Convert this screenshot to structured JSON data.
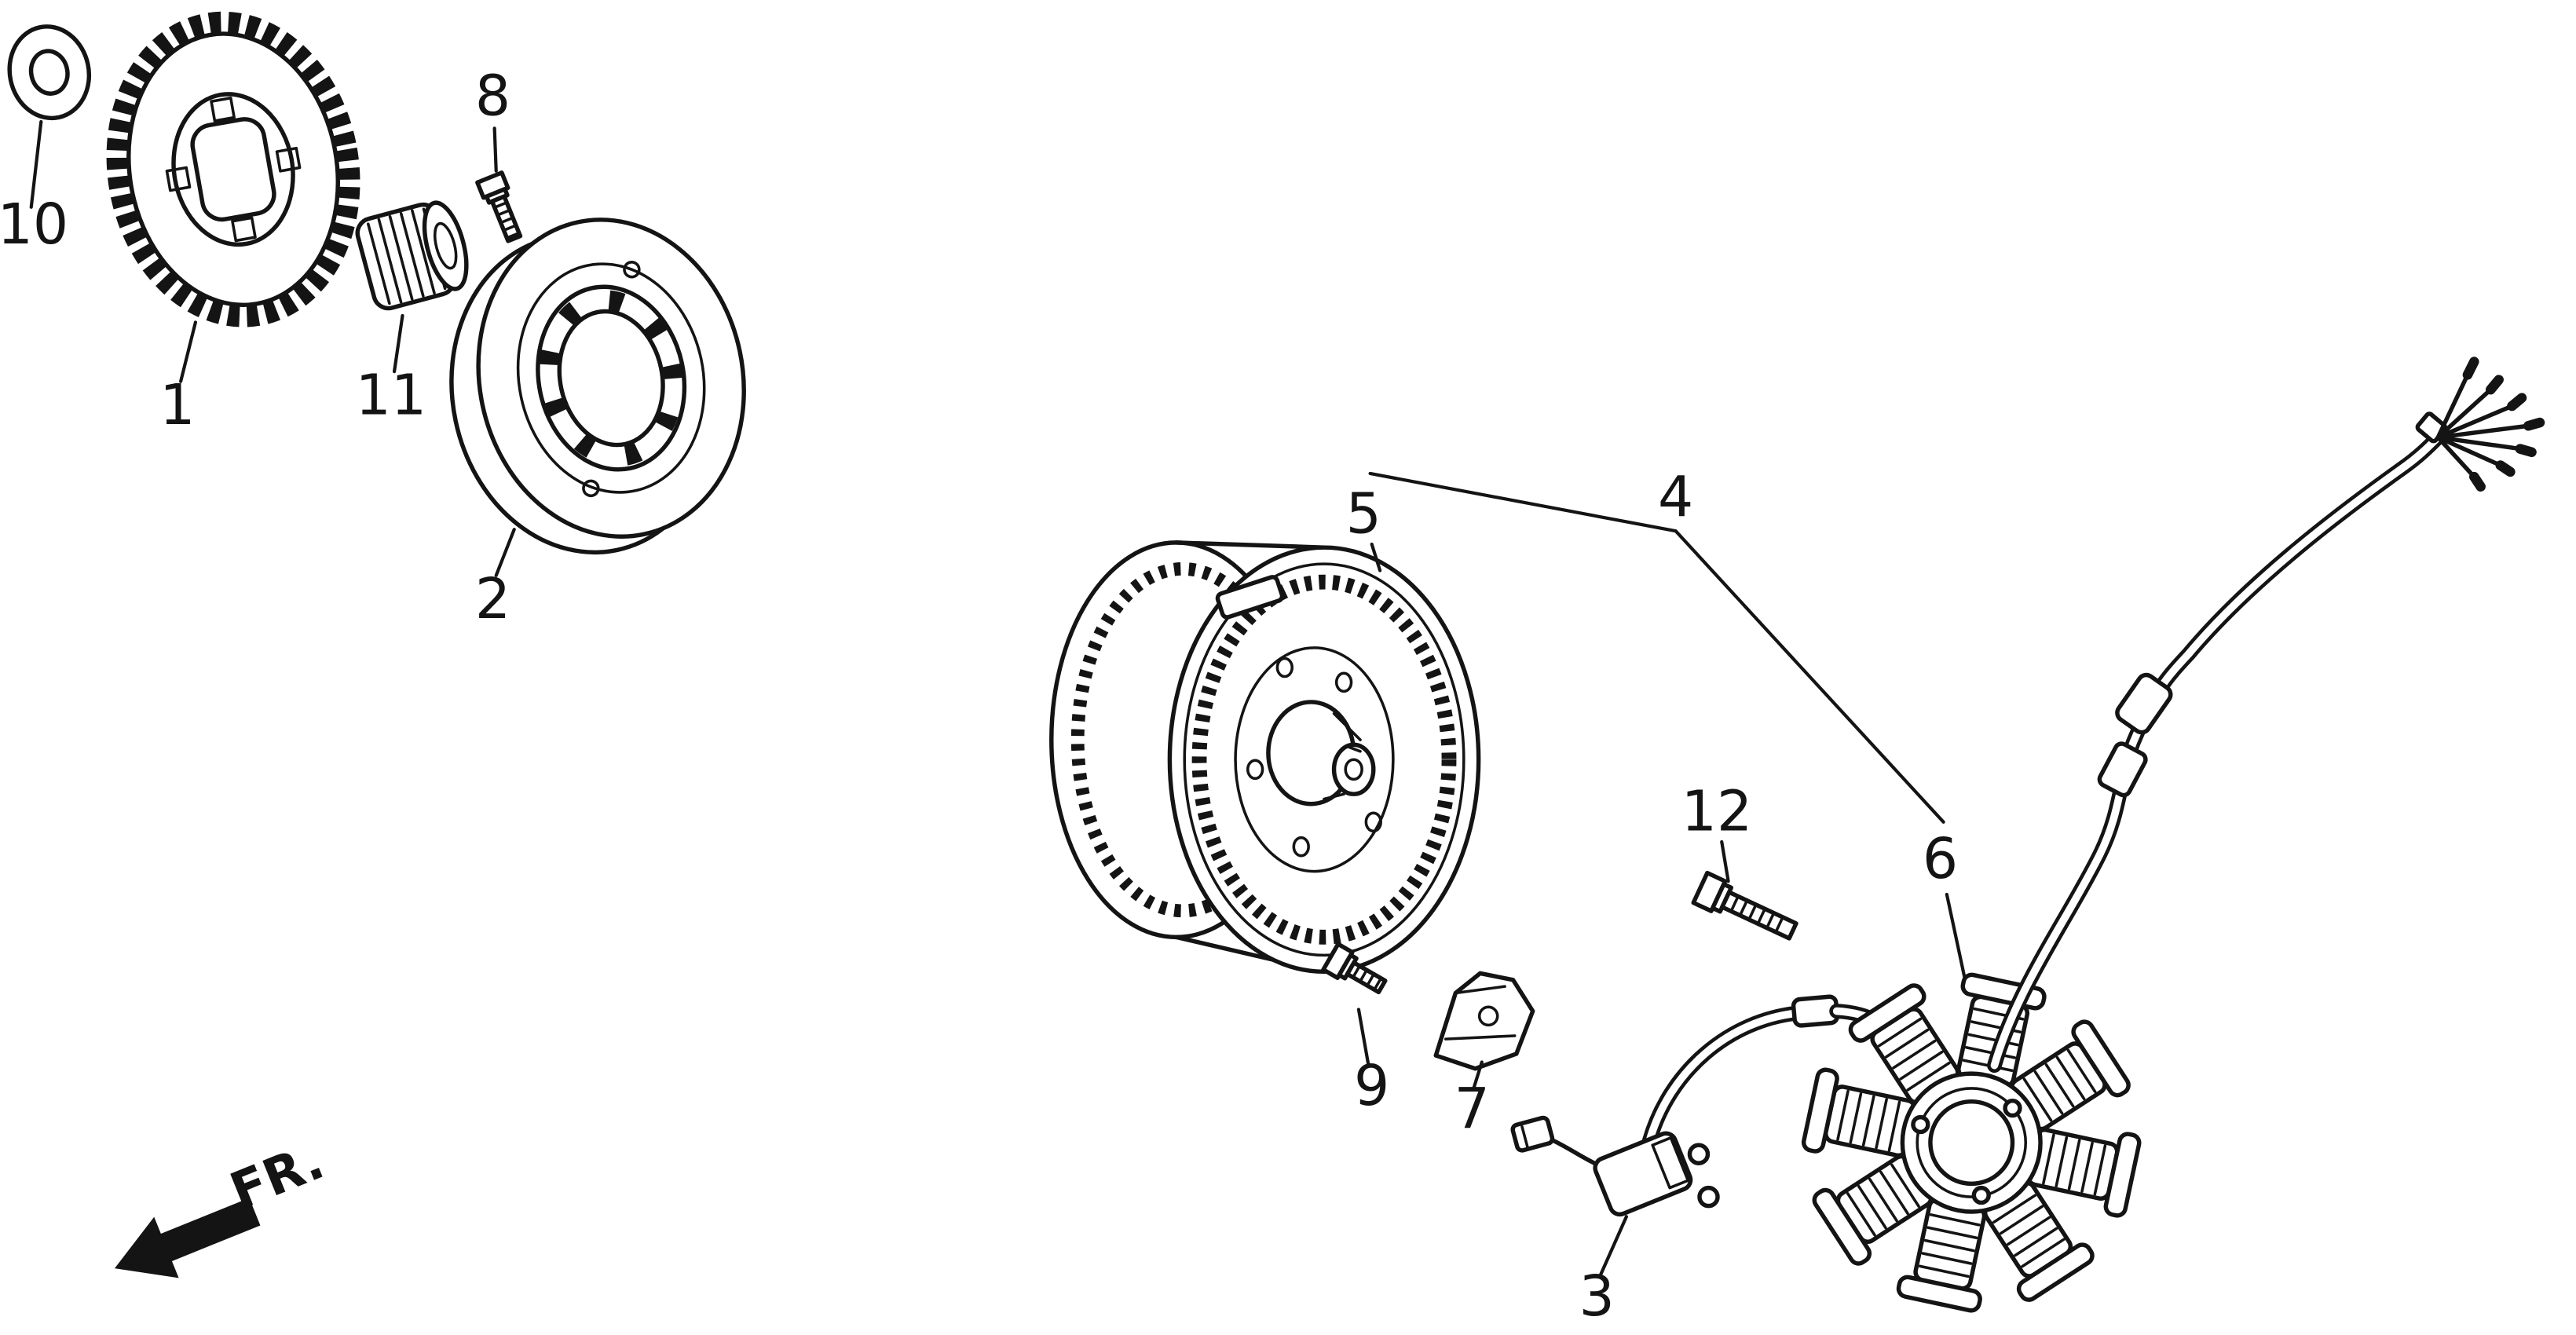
{
  "diagram": {
    "callouts": {
      "c1": "1",
      "c2": "2",
      "c3": "3",
      "c4": "4",
      "c5": "5",
      "c6": "6",
      "c7": "7",
      "c8": "8",
      "c9": "9",
      "c10": "10",
      "c11": "11",
      "c12": "12"
    },
    "direction_label": "FR.",
    "colors": {
      "line": "#141414",
      "background": "#ffffff"
    }
  }
}
